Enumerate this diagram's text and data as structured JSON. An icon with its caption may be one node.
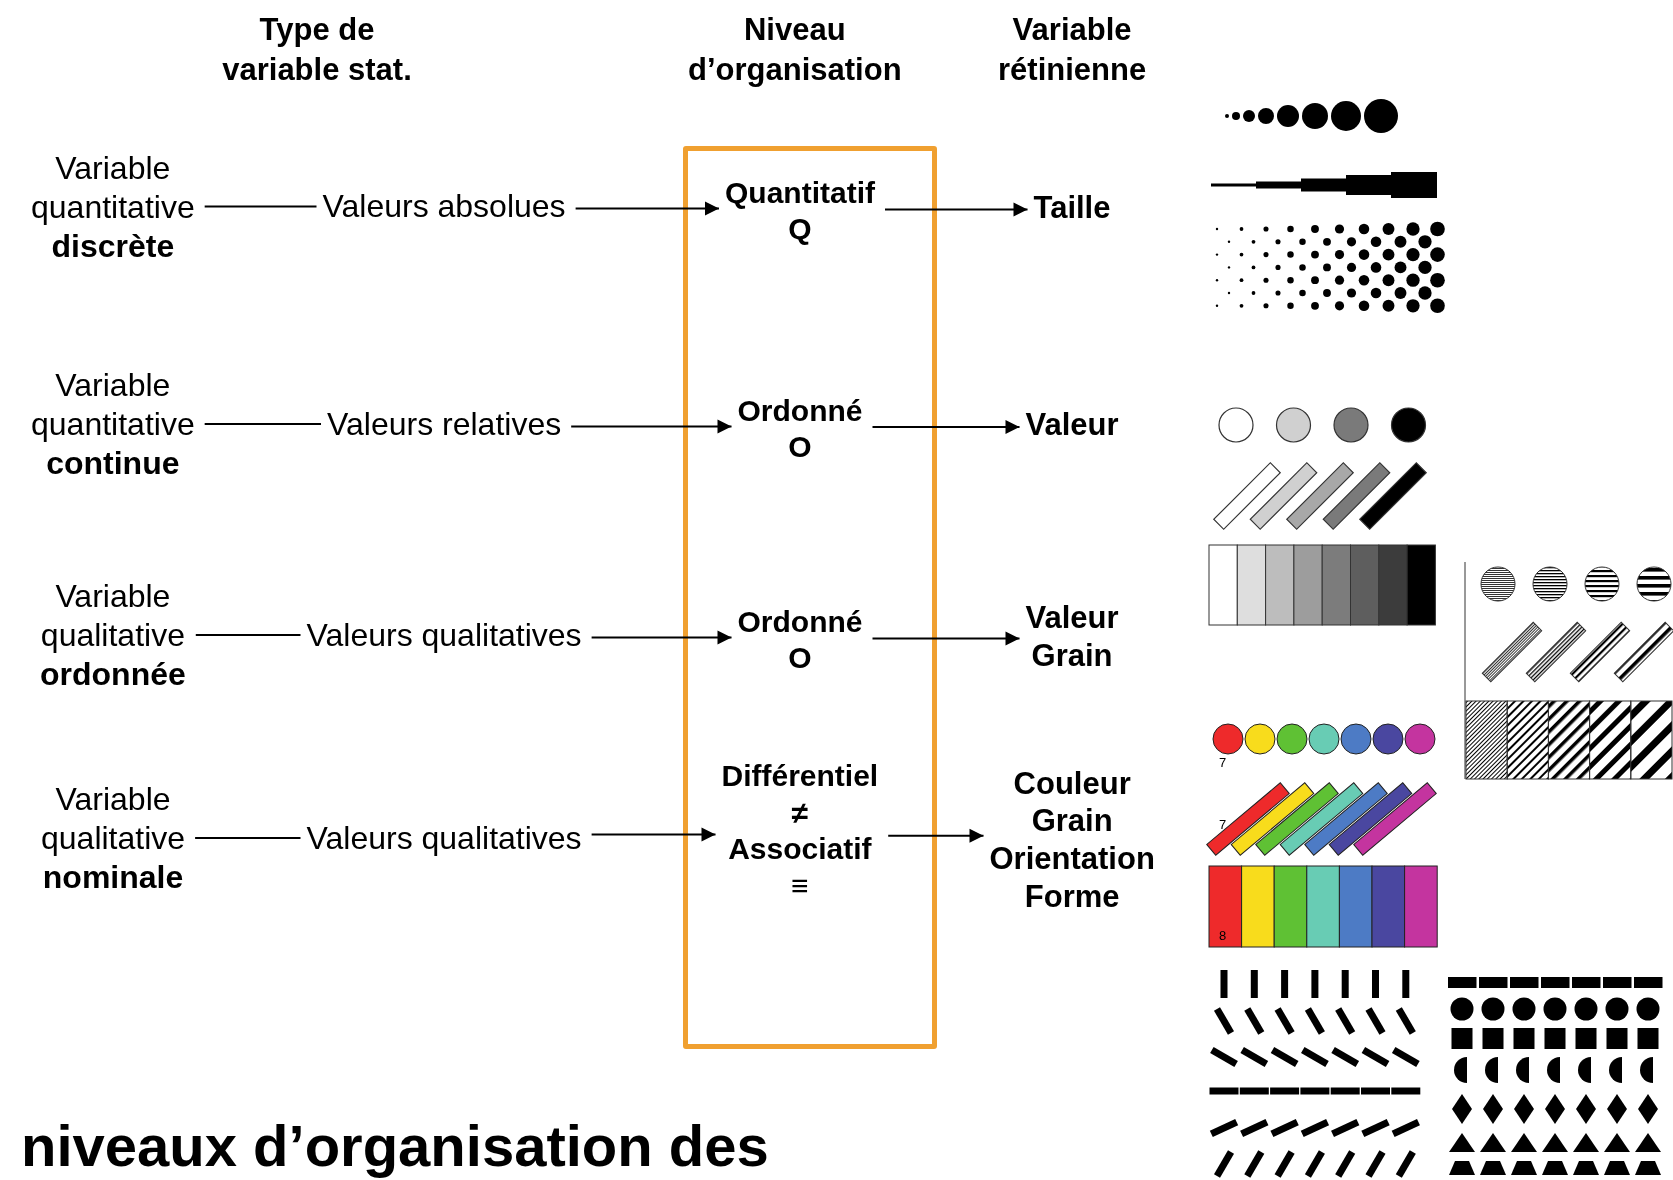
{
  "diagram": {
    "title": "niveaux d’organisation des",
    "nodes": [
      {
        "text": [
          "Variable quantitative **discrète**"
        ]
      },
      {
        "text": [
          "Valeurs absolues"
        ]
      },
      {
        "text": [],
        "shape": "box"
      },
      {
        "text": [
          "Quantitatif Q"
        ],
        "in": 2
      },
      {
        "text": [
          "Taille"
        ]
      },
      {
        "text": [
          "Variable quantitative **continue**"
        ]
      },
      {
        "text": [
          "Valeurs relatives"
        ]
      },
      {
        "text": [
          "Ordonné O"
        ],
        "in": 2
      },
      {
        "text": [
          "Valeur"
        ]
      },
      {
        "text": [
          "Variable qualitative **ordonnée**"
        ]
      },
      {
        "text": [
          "Valeurs qualitatives"
        ]
      },
      {
        "text": [
          "Ordonné O"
        ],
        "in": 2
      },
      {
        "text": [
          "Valeur Grain"
        ]
      },
      {
        "text": [
          "Variable qualitative **nominale**"
        ]
      },
      {
        "text": [
          "Valeurs qualitatives"
        ]
      },
      {
        "text": [
          "Différentiel ≠ Associatif ≡"
        ],
        "in": 2
      },
      {
        "text": [
          "Couleur Grain Orientation Forme"
        ]
      }
    ],
    "edges": [
      {
        "from": 0,
        "to": 1,
        "arrow": "none"
      },
      {
        "from": 1,
        "to": 3,
        "arrow": "to"
      },
      {
        "from": 3,
        "to": 4,
        "arrow": "to"
      },
      {
        "from": 5,
        "to": 6,
        "arrow": "none"
      },
      {
        "from": 6,
        "to": 7,
        "arrow": "to"
      },
      {
        "from": 7,
        "to": 8,
        "arrow": "to"
      },
      {
        "from": 9,
        "to": 10,
        "arrow": "none"
      },
      {
        "from": 10,
        "to": 11,
        "arrow": "to"
      },
      {
        "from": 11,
        "to": 12,
        "arrow": "to"
      },
      {
        "from": 13,
        "to": 14,
        "arrow": "none"
      },
      {
        "from": 14,
        "to": 15,
        "arrow": "to"
      },
      {
        "from": 15,
        "to": 16,
        "arrow": "to"
      }
    ],
    "labels": [
      "Type de variable stat.",
      "Niveau d’organisation",
      "Variable rétinienne",
      "7",
      "7",
      "8"
    ]
  }
}
